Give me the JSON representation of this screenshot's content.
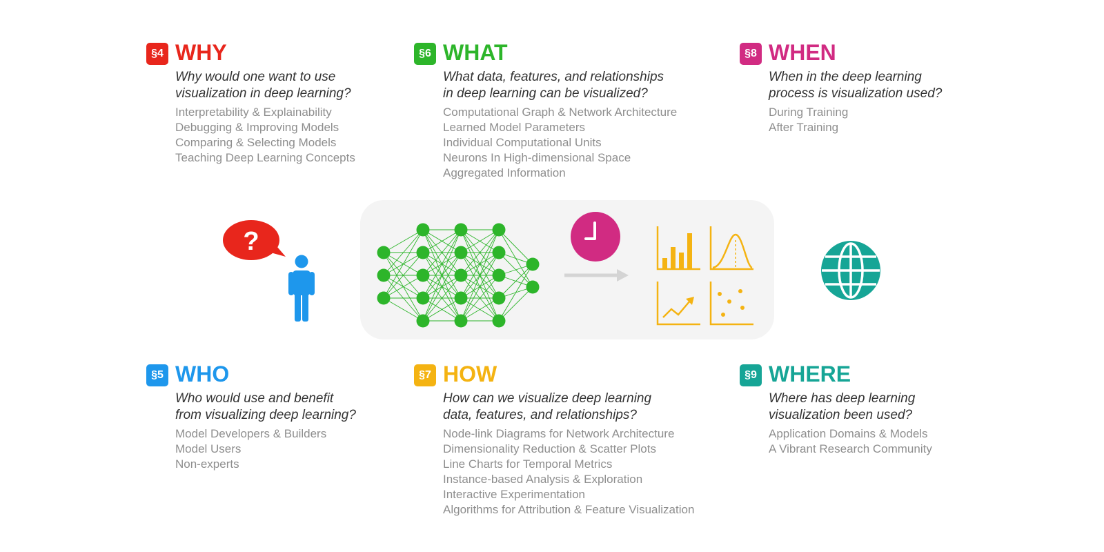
{
  "sections": {
    "why": {
      "badge": "§4",
      "title": "WHY",
      "color": "#e8261c",
      "question": "Why would one want to use\nvisualization in deep learning?",
      "items": [
        "Interpretability & Explainability",
        "Debugging & Improving Models",
        "Comparing & Selecting Models",
        "Teaching Deep Learning Concepts"
      ]
    },
    "what": {
      "badge": "§6",
      "title": "WHAT",
      "color": "#2db52a",
      "question": "What data, features, and relationships\nin deep learning can be visualized?",
      "items": [
        "Computational Graph & Network Architecture",
        "Learned Model Parameters",
        "Individual Computational Units",
        "Neurons In High-dimensional Space",
        "Aggregated Information"
      ]
    },
    "when": {
      "badge": "§8",
      "title": "WHEN",
      "color": "#d12b82",
      "question": "When in the deep learning\nprocess is visualization used?",
      "items": [
        "During Training",
        "After Training"
      ]
    },
    "who": {
      "badge": "§5",
      "title": "WHO",
      "color": "#1e97ec",
      "question": "Who would use and benefit\nfrom visualizing deep learning?",
      "items": [
        "Model Developers & Builders",
        "Model Users",
        "Non-experts"
      ]
    },
    "how": {
      "badge": "§7",
      "title": "HOW",
      "color": "#f4b312",
      "question": "How can we visualize deep learning\ndata, features, and relationships?",
      "items": [
        "Node-link Diagrams for Network Architecture",
        "Dimensionality Reduction & Scatter Plots",
        "Line Charts for Temporal Metrics",
        "Instance-based Analysis & Exploration",
        "Interactive Experimentation",
        "Algorithms for Attribution & Feature Visualization"
      ]
    },
    "where": {
      "badge": "§9",
      "title": "WHERE",
      "color": "#16a596",
      "question": "Where has deep learning\nvisualization been used?",
      "items": [
        "Application Domains & Models",
        "A Vibrant Research Community"
      ]
    }
  },
  "icons": {
    "question_bubble": {
      "name": "question-bubble-icon",
      "glyph": "?",
      "color": "#e8261c"
    },
    "person": {
      "name": "person-icon",
      "color": "#1e97ec"
    },
    "neural_network": {
      "name": "neural-network-icon",
      "color": "#2db52a"
    },
    "clock": {
      "name": "clock-icon",
      "color": "#d12b82"
    },
    "arrow": {
      "name": "arrow-right-icon",
      "color": "#d4d4d4"
    },
    "charts": {
      "name": "chart-thumbnails-icon",
      "color": "#f4b312"
    },
    "globe": {
      "name": "globe-icon",
      "color": "#16a596"
    }
  }
}
